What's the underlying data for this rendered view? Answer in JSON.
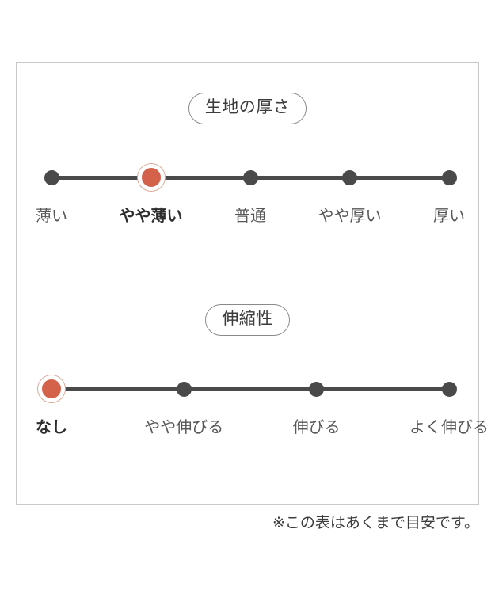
{
  "colors": {
    "panel_border": "#c9c9c9",
    "track": "#4a4a4a",
    "dot": "#4a4a4a",
    "selected_dot": "#d4624b",
    "selected_ring": "#dba898",
    "text": "#3c3c3c",
    "background": "#ffffff"
  },
  "footnote": "※この表はあくまで目安です。",
  "chart_data": [
    {
      "type": "scale",
      "title": "生地の厚さ",
      "categories": [
        "薄い",
        "やや薄い",
        "普通",
        "やや厚い",
        "厚い"
      ],
      "values": [
        0,
        1,
        0,
        0,
        0
      ],
      "selected_index": 1,
      "selected_label": "やや薄い",
      "point_count": 5,
      "xlabel": "",
      "ylabel": "",
      "grid": false,
      "legend": "none"
    },
    {
      "type": "scale",
      "title": "伸縮性",
      "categories": [
        "なし",
        "やや伸びる",
        "伸びる",
        "よく伸びる"
      ],
      "values": [
        1,
        0,
        0,
        0
      ],
      "selected_index": 0,
      "selected_label": "なし",
      "point_count": 4,
      "xlabel": "",
      "ylabel": "",
      "grid": false,
      "legend": "none"
    }
  ]
}
